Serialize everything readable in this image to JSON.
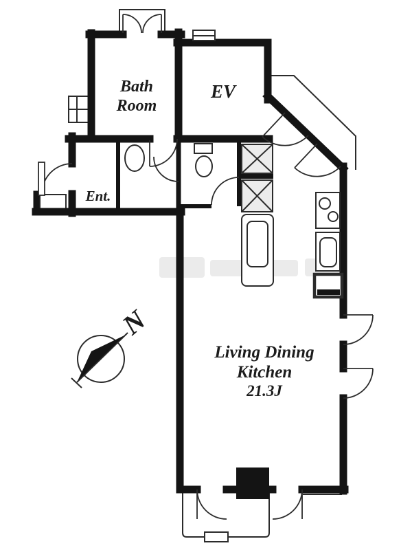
{
  "plan": {
    "rooms": {
      "bath": {
        "line1": "Bath",
        "line2": "Room"
      },
      "elevator": {
        "label": "EV"
      },
      "entrance": {
        "label": "Ent."
      },
      "ldk": {
        "line1": "Living Dining",
        "line2": "Kitchen",
        "size": "21.3J"
      }
    },
    "compass": {
      "north": "N"
    }
  },
  "colors": {
    "wall": "#141414",
    "thin_line": "#2b2b2b",
    "background": "#ffffff",
    "fixture_fill": "#ececec"
  }
}
